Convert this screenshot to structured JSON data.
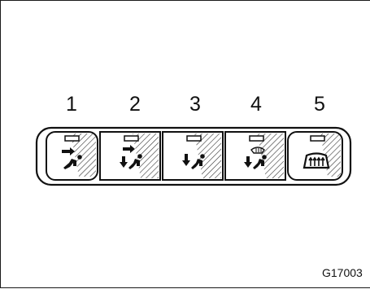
{
  "buttons": [
    {
      "number": "1",
      "icon": "face-vent-icon"
    },
    {
      "number": "2",
      "icon": "bi-level-icon"
    },
    {
      "number": "3",
      "icon": "feet-icon"
    },
    {
      "number": "4",
      "icon": "feet-defrost-icon"
    },
    {
      "number": "5",
      "icon": "rear-defogger-icon"
    }
  ],
  "figure_code": "G17003"
}
